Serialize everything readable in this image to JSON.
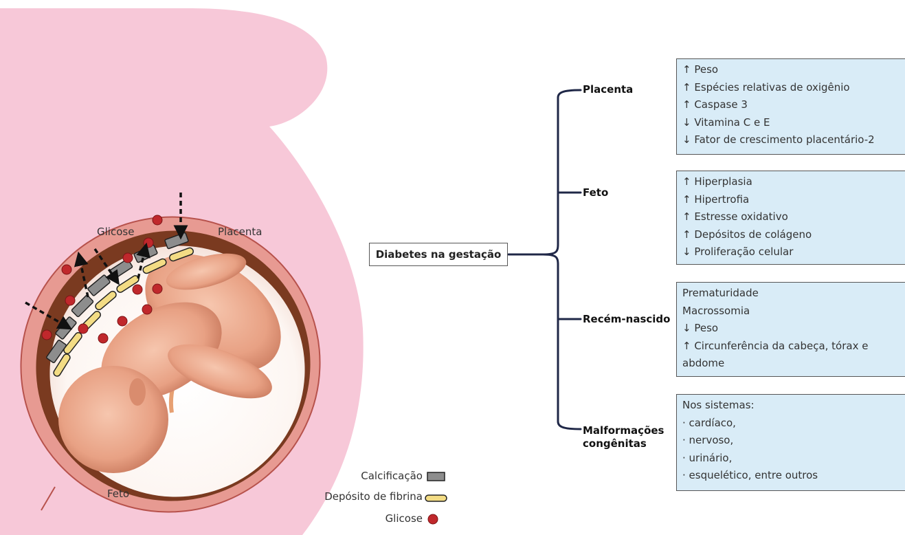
{
  "illustration": {
    "labels": {
      "glucose": "Glicose",
      "placenta": "Placenta",
      "fetus": "Feto"
    },
    "legend": [
      {
        "label": "Calcificação",
        "symbol": "gray-rectangle-icon"
      },
      {
        "label": "Depósito de fibrina",
        "symbol": "yellow-capsule-icon"
      },
      {
        "label": "Glicose",
        "symbol": "red-circle-icon"
      }
    ],
    "colors": {
      "skin": "#f7c8d8",
      "uterine_wall": "#e79a92",
      "calcification": "#8d8d8d",
      "fibrin": "#f3dc84",
      "glucose": "#c0282c"
    }
  },
  "diagram": {
    "root": "Diabetes na gestação",
    "branches": [
      {
        "label": "Placenta",
        "items": [
          "↑ Peso",
          "↑ Espécies relativas de oxigênio",
          "↑ Caspase 3",
          "↓ Vitamina C e E",
          "↓ Fator de crescimento placentário-2"
        ]
      },
      {
        "label": "Feto",
        "items": [
          "↑ Hiperplasia",
          "↑ Hipertrofia",
          "↑ Estresse oxidativo",
          "↑ Depósitos de colágeno",
          "↓ Proliferação celular"
        ]
      },
      {
        "label": "Recém-nascido",
        "items": [
          "Prematuridade",
          "Macrossomia",
          "↓ Peso",
          "↑ Circunferência da cabeça, tórax e abdome"
        ]
      },
      {
        "label": "Malformações congênitas",
        "items": [
          "Nos sistemas:",
          "·  cardíaco,",
          "·  nervoso,",
          "·  urinário,",
          "·  esquelético, entre outros"
        ]
      }
    ],
    "colors": {
      "box_fill": "#d9ecf7",
      "bracket": "#1f2747"
    }
  }
}
